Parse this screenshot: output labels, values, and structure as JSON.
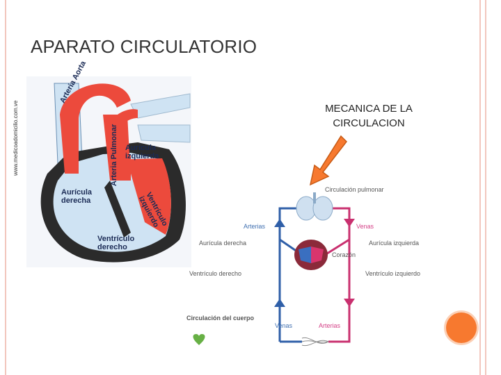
{
  "slide": {
    "title": "APARATO CIRCULATORIO",
    "mechanics_title": "MECANICA DE LA CIRCULACION"
  },
  "heart_figure": {
    "credit": "www.medicoadomicilio.com.ve",
    "labels": {
      "aorta": "Arteria Aorta",
      "pulmonary": "Arteria Pulmonar",
      "left_atrium": "Aurícula izquierda",
      "right_atrium": "Aurícula derecha",
      "left_ventricle": "Ventrículo izquierdo",
      "right_ventricle": "Ventrículo derecho"
    }
  },
  "circulation_diagram": {
    "pulmonary_circulation": "Circulación pulmonar",
    "arterias_top": "Arterias",
    "venas_top": "Venas",
    "right_atrium": "Aurícula derecha",
    "left_atrium": "Aurícula izquierda",
    "heart": "Corazón",
    "right_ventricle": "Ventrículo derecho",
    "left_ventricle": "Ventrículo izquierdo",
    "body_circulation": "Circulación del cuerpo",
    "venas_bottom": "Venas",
    "arterias_bottom": "Arterias"
  },
  "colors": {
    "accent": "#f7792f",
    "frame": "#f2c6bd",
    "artery_red": "#ec4a3c",
    "vein_blue": "#cfe3f3",
    "circuit_blue": "#2f5fa8",
    "circuit_pink": "#c9306f"
  }
}
